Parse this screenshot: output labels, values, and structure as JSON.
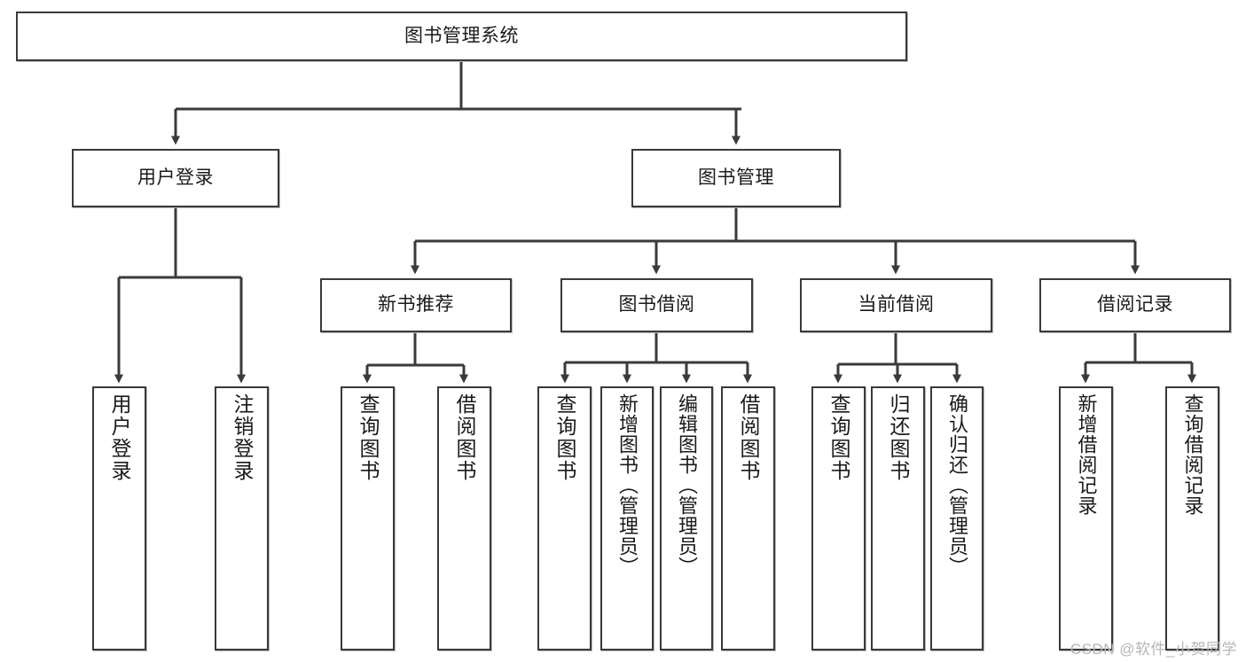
{
  "diagram": {
    "title": "图书管理系统",
    "watermark": "CSDN @软件_小贺同学",
    "line_color": "#3a3a3a",
    "box_fill": "#ffffff",
    "text_color": "#1a1a1a",
    "levels": {
      "level1": [
        {
          "id": "root",
          "label": "图书管理系统"
        }
      ],
      "level2": [
        {
          "id": "user-login",
          "label": "用户登录"
        },
        {
          "id": "book-admin",
          "label": "图书管理"
        }
      ],
      "level3": [
        {
          "id": "new-book-rec",
          "label": "新书推荐"
        },
        {
          "id": "book-borrow",
          "label": "图书借阅"
        },
        {
          "id": "current-borrow",
          "label": "当前借阅"
        },
        {
          "id": "borrow-record",
          "label": "借阅记录"
        }
      ],
      "level4": [
        {
          "id": "leaf-user-login",
          "label": "用户登录",
          "parent": "user-login"
        },
        {
          "id": "leaf-logout-login",
          "label": "注销登录",
          "parent": "user-login"
        },
        {
          "id": "leaf-query-book-1",
          "label": "查询图书",
          "parent": "new-book-rec"
        },
        {
          "id": "leaf-borrow-book-1",
          "label": "借阅图书",
          "parent": "new-book-rec"
        },
        {
          "id": "leaf-query-book-2",
          "label": "查询图书",
          "parent": "book-borrow"
        },
        {
          "id": "leaf-add-book",
          "label": "新增图书（管理员）",
          "parent": "book-borrow"
        },
        {
          "id": "leaf-edit-book",
          "label": "编辑图书（管理员）",
          "parent": "book-borrow"
        },
        {
          "id": "leaf-borrow-book-2",
          "label": "借阅图书",
          "parent": "book-borrow"
        },
        {
          "id": "leaf-query-book-3",
          "label": "查询图书",
          "parent": "current-borrow"
        },
        {
          "id": "leaf-return-book",
          "label": "归还图书",
          "parent": "current-borrow"
        },
        {
          "id": "leaf-confirm-return",
          "label": "确认归还（管理员）",
          "parent": "current-borrow"
        },
        {
          "id": "leaf-add-record",
          "label": "新增借阅记录",
          "parent": "borrow-record"
        },
        {
          "id": "leaf-query-record",
          "label": "查询借阅记录",
          "parent": "borrow-record"
        }
      ]
    }
  }
}
